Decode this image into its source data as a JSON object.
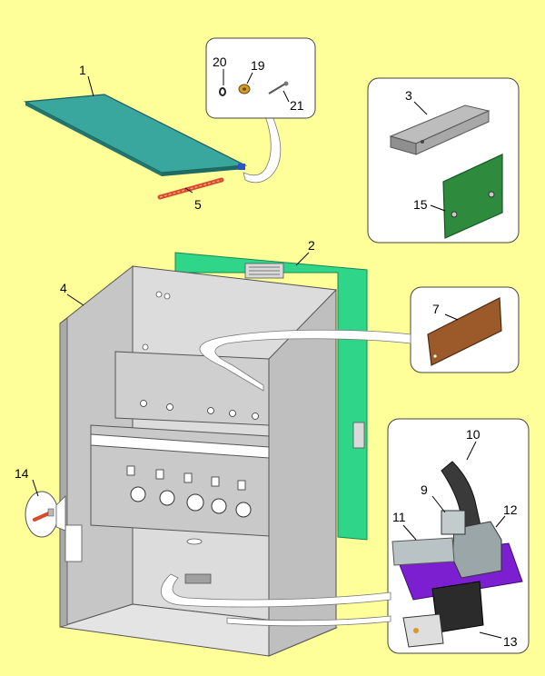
{
  "colors": {
    "background": "#ffff99",
    "panel_teal": "#3aa79f",
    "back_panel_green": "#2fd68a",
    "cabinet_gray": "#cfcfcf",
    "gasket_brown": "#9c5a2b",
    "board_green": "#2e8b3e",
    "base_purple": "#7b1fd1",
    "thermocouple_red": "#d94a2a"
  },
  "callouts": {
    "c1": "1",
    "c2": "2",
    "c3": "3",
    "c4": "4",
    "c5": "5",
    "c7": "7",
    "c9": "9",
    "c10": "10",
    "c11": "11",
    "c12": "12",
    "c13": "13",
    "c14": "14",
    "c15": "15",
    "c19": "19",
    "c20": "20",
    "c21": "21"
  }
}
